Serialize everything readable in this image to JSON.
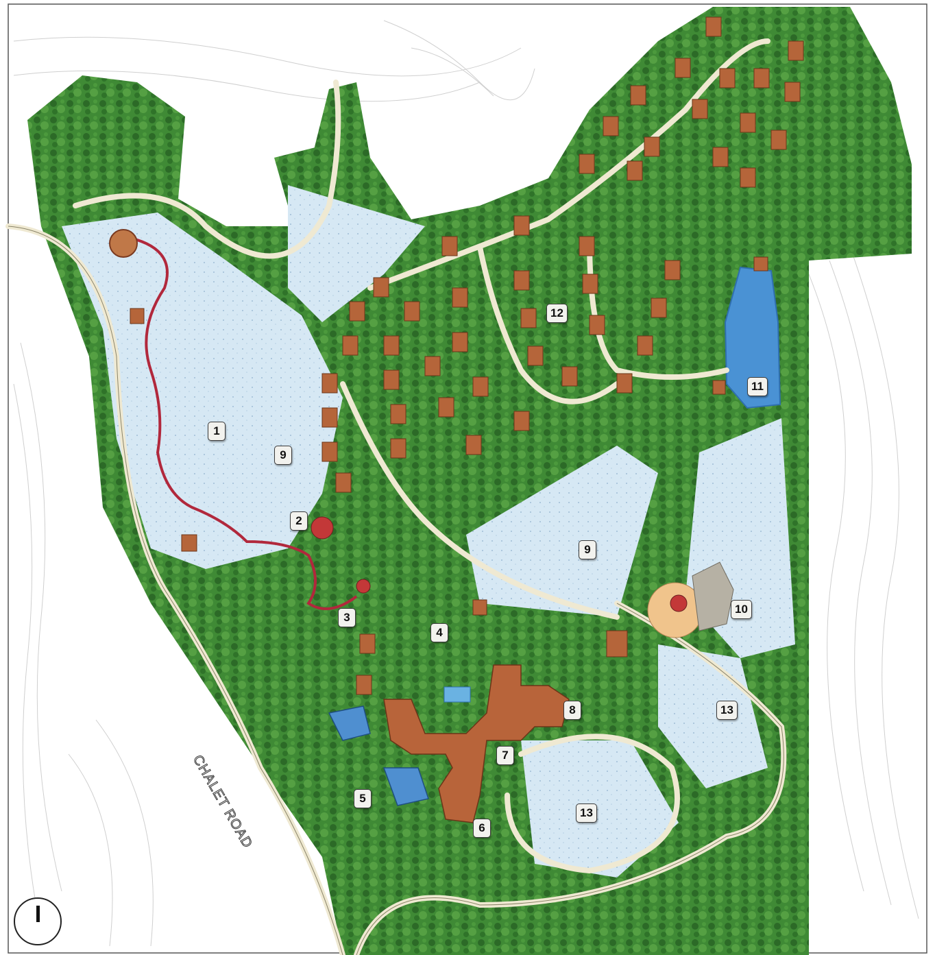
{
  "map": {
    "colors": {
      "forest": "#3f8a35",
      "forest_dark": "#2c6a27",
      "clearing": "#d6e8f4",
      "lake": "#4a92d4",
      "road": "#efe9d2",
      "roof": "#b5653a",
      "coaster": "#b1283c",
      "contour": "#cfcfcf"
    },
    "road_label": "CHALET ROAD",
    "compass_icon": "north-arrow-icon",
    "markers": [
      {
        "id": "marker-1",
        "label": "1"
      },
      {
        "id": "marker-2",
        "label": "2"
      },
      {
        "id": "marker-3",
        "label": "3"
      },
      {
        "id": "marker-4",
        "label": "4"
      },
      {
        "id": "marker-5",
        "label": "5"
      },
      {
        "id": "marker-6",
        "label": "6"
      },
      {
        "id": "marker-7",
        "label": "7"
      },
      {
        "id": "marker-8",
        "label": "8"
      },
      {
        "id": "marker-9a",
        "label": "9"
      },
      {
        "id": "marker-9b",
        "label": "9"
      },
      {
        "id": "marker-10",
        "label": "10"
      },
      {
        "id": "marker-11",
        "label": "11"
      },
      {
        "id": "marker-12",
        "label": "12"
      },
      {
        "id": "marker-13a",
        "label": "13"
      },
      {
        "id": "marker-13b",
        "label": "13"
      }
    ]
  }
}
